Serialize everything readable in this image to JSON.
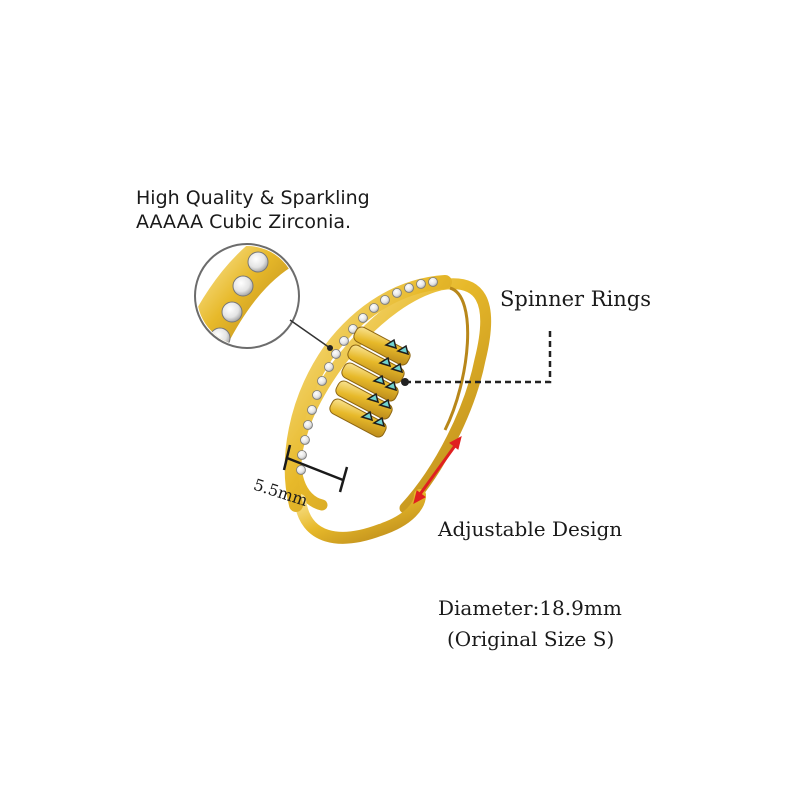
{
  "labels": {
    "quality_line1": "High Quality & Sparkling",
    "quality_line2": "AAAAA Cubic Zirconia.",
    "spinner": "Spinner Rings",
    "adjustable": "Adjustable Design",
    "diameter": "Diameter:18.9mm",
    "original_size": "(Original Size S)",
    "band_width": "5.5mm"
  },
  "colors": {
    "gold": "#e7b92a",
    "gold_dark": "#b8871a",
    "gold_light": "#fbe79c",
    "turquoise": "#6fd2cf",
    "arrow_red": "#e02020",
    "line": "#333333",
    "background": "#ffffff"
  }
}
